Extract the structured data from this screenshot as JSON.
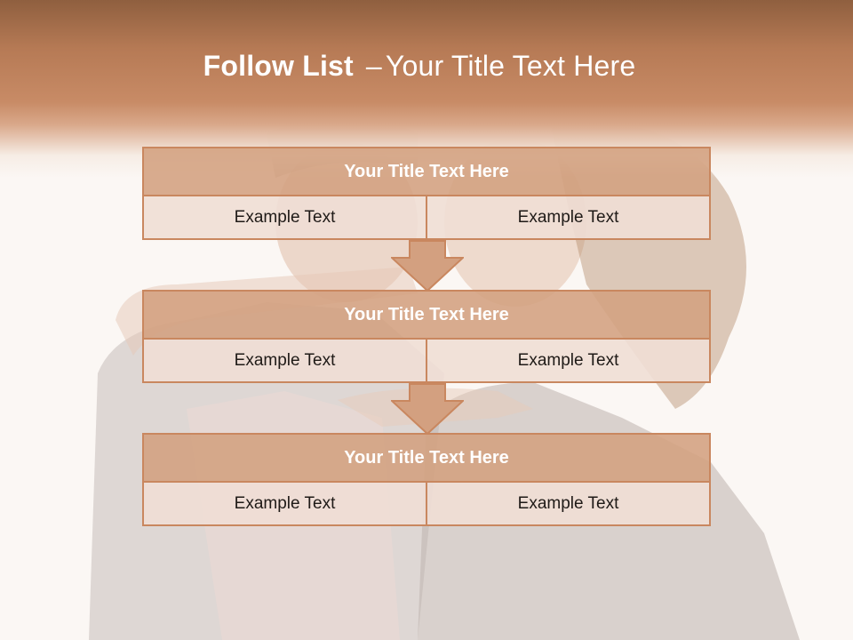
{
  "slide": {
    "title_bold": "Follow List",
    "title_separator": "–",
    "title_rest": "Your Title Text Here"
  },
  "blocks": [
    {
      "title": "Your Title Text Here",
      "left": "Example Text",
      "right": "Example Text"
    },
    {
      "title": "Your Title Text Here",
      "left": "Example Text",
      "right": "Example Text"
    },
    {
      "title": "Your Title Text Here",
      "left": "Example Text",
      "right": "Example Text"
    }
  ],
  "colors": {
    "header_brown": "#b67a55",
    "block_header": "#d3a080",
    "block_border": "#c9875f",
    "block_body": "#f0ded5",
    "arrow_fill": "#d3a080"
  },
  "icons": [
    "down-arrow-icon",
    "down-arrow-icon"
  ]
}
